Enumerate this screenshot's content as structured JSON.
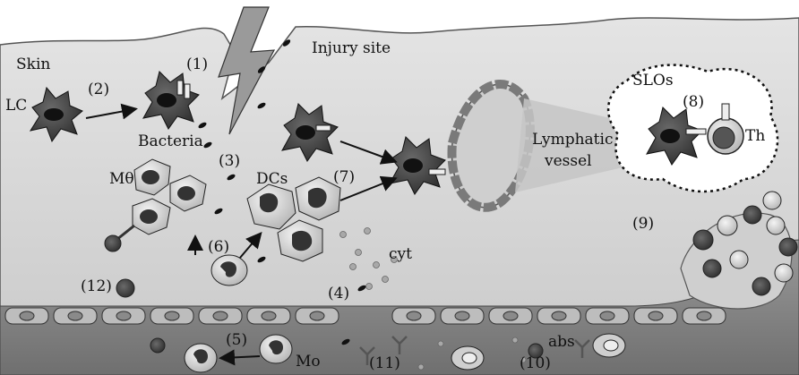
{
  "labels": {
    "skin": "Skin",
    "injury_site": "Injury site",
    "lc": "LC",
    "bacteria": "Bacteria",
    "m_theta": "Mθ",
    "dcs": "DCs",
    "lymphatic_vessel_1": "Lymphatic",
    "lymphatic_vessel_2": "vessel",
    "slos": "SLOs",
    "th": "Th",
    "cyt": "cyt",
    "mo": "Mo",
    "abs": "abs"
  },
  "steps": {
    "s1": "(1)",
    "s2": "(2)",
    "s3": "(3)",
    "s4": "(4)",
    "s5": "(5)",
    "s6": "(6)",
    "s7": "(7)",
    "s8": "(8)",
    "s9": "(9)",
    "s10": "(10)",
    "s11": "(11)",
    "s12": "(12)"
  },
  "colors": {
    "tissue": "#d6d6d6",
    "vessel": "#8c8c8c",
    "cell_dark": "#3c3c3c",
    "cell_light": "#cfcfcf",
    "nucleus": "#2a2a2a",
    "arrow": "#111111"
  }
}
